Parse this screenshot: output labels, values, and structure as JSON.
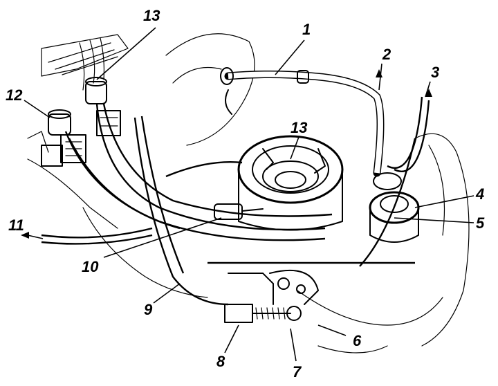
{
  "figure": {
    "callouts": [
      {
        "id": "c1",
        "text": "1"
      },
      {
        "id": "c2",
        "text": "2"
      },
      {
        "id": "c3",
        "text": "3"
      },
      {
        "id": "c4",
        "text": "4"
      },
      {
        "id": "c5",
        "text": "5"
      },
      {
        "id": "c6",
        "text": "6"
      },
      {
        "id": "c7",
        "text": "7"
      },
      {
        "id": "c8",
        "text": "8"
      },
      {
        "id": "c9",
        "text": "9"
      },
      {
        "id": "c10",
        "text": "10"
      },
      {
        "id": "c11",
        "text": "11"
      },
      {
        "id": "c12",
        "text": "12"
      },
      {
        "id": "c13a",
        "text": "13"
      },
      {
        "id": "c13b",
        "text": "13"
      }
    ]
  }
}
